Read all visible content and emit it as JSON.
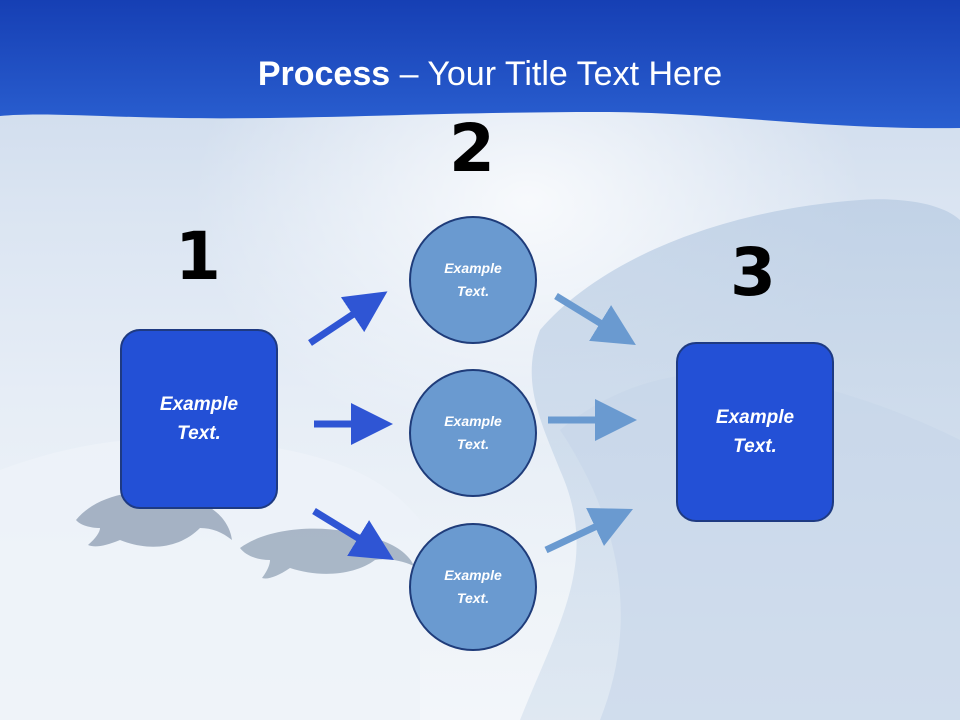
{
  "title": {
    "bold": "Process",
    "rest": " – Your Title Text Here"
  },
  "steps": {
    "one": "1",
    "two": "2",
    "three": "3"
  },
  "left_box": {
    "text": "Example Text."
  },
  "right_box": {
    "text": "Example Text."
  },
  "circles": [
    {
      "text": "Example Text."
    },
    {
      "text": "Example Text."
    },
    {
      "text": "Example Text."
    }
  ],
  "colors": {
    "header": "#1f4fc8",
    "box_fill": "#2350d6",
    "circle_fill": "#6a9ad0",
    "arrow_dark": "#2f55d4",
    "arrow_light": "#6a9ad0"
  }
}
